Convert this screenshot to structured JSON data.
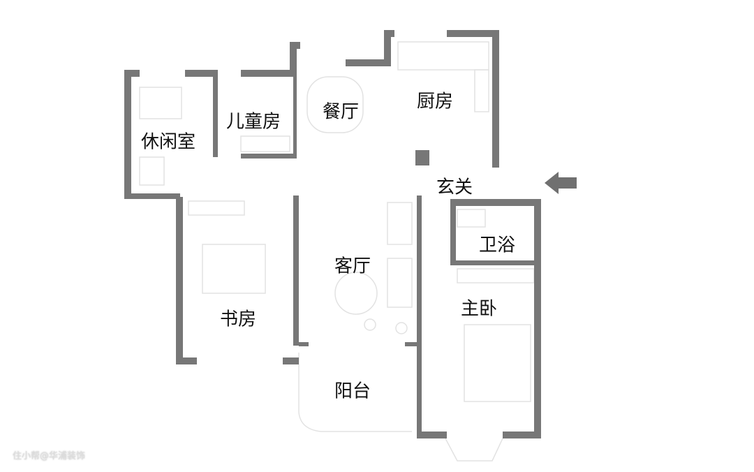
{
  "rooms": {
    "leisure": "休闲室",
    "children": "儿童房",
    "dining": "餐厅",
    "kitchen": "厨房",
    "entrance": "玄关",
    "bathroom": "卫浴",
    "living": "客厅",
    "master": "主卧",
    "study": "书房",
    "balcony": "阳台"
  },
  "watermark": "住小帮@华浦装饰",
  "colors": {
    "wall": "#777777",
    "furniture": "#dddddd",
    "arrow": "#707070"
  }
}
